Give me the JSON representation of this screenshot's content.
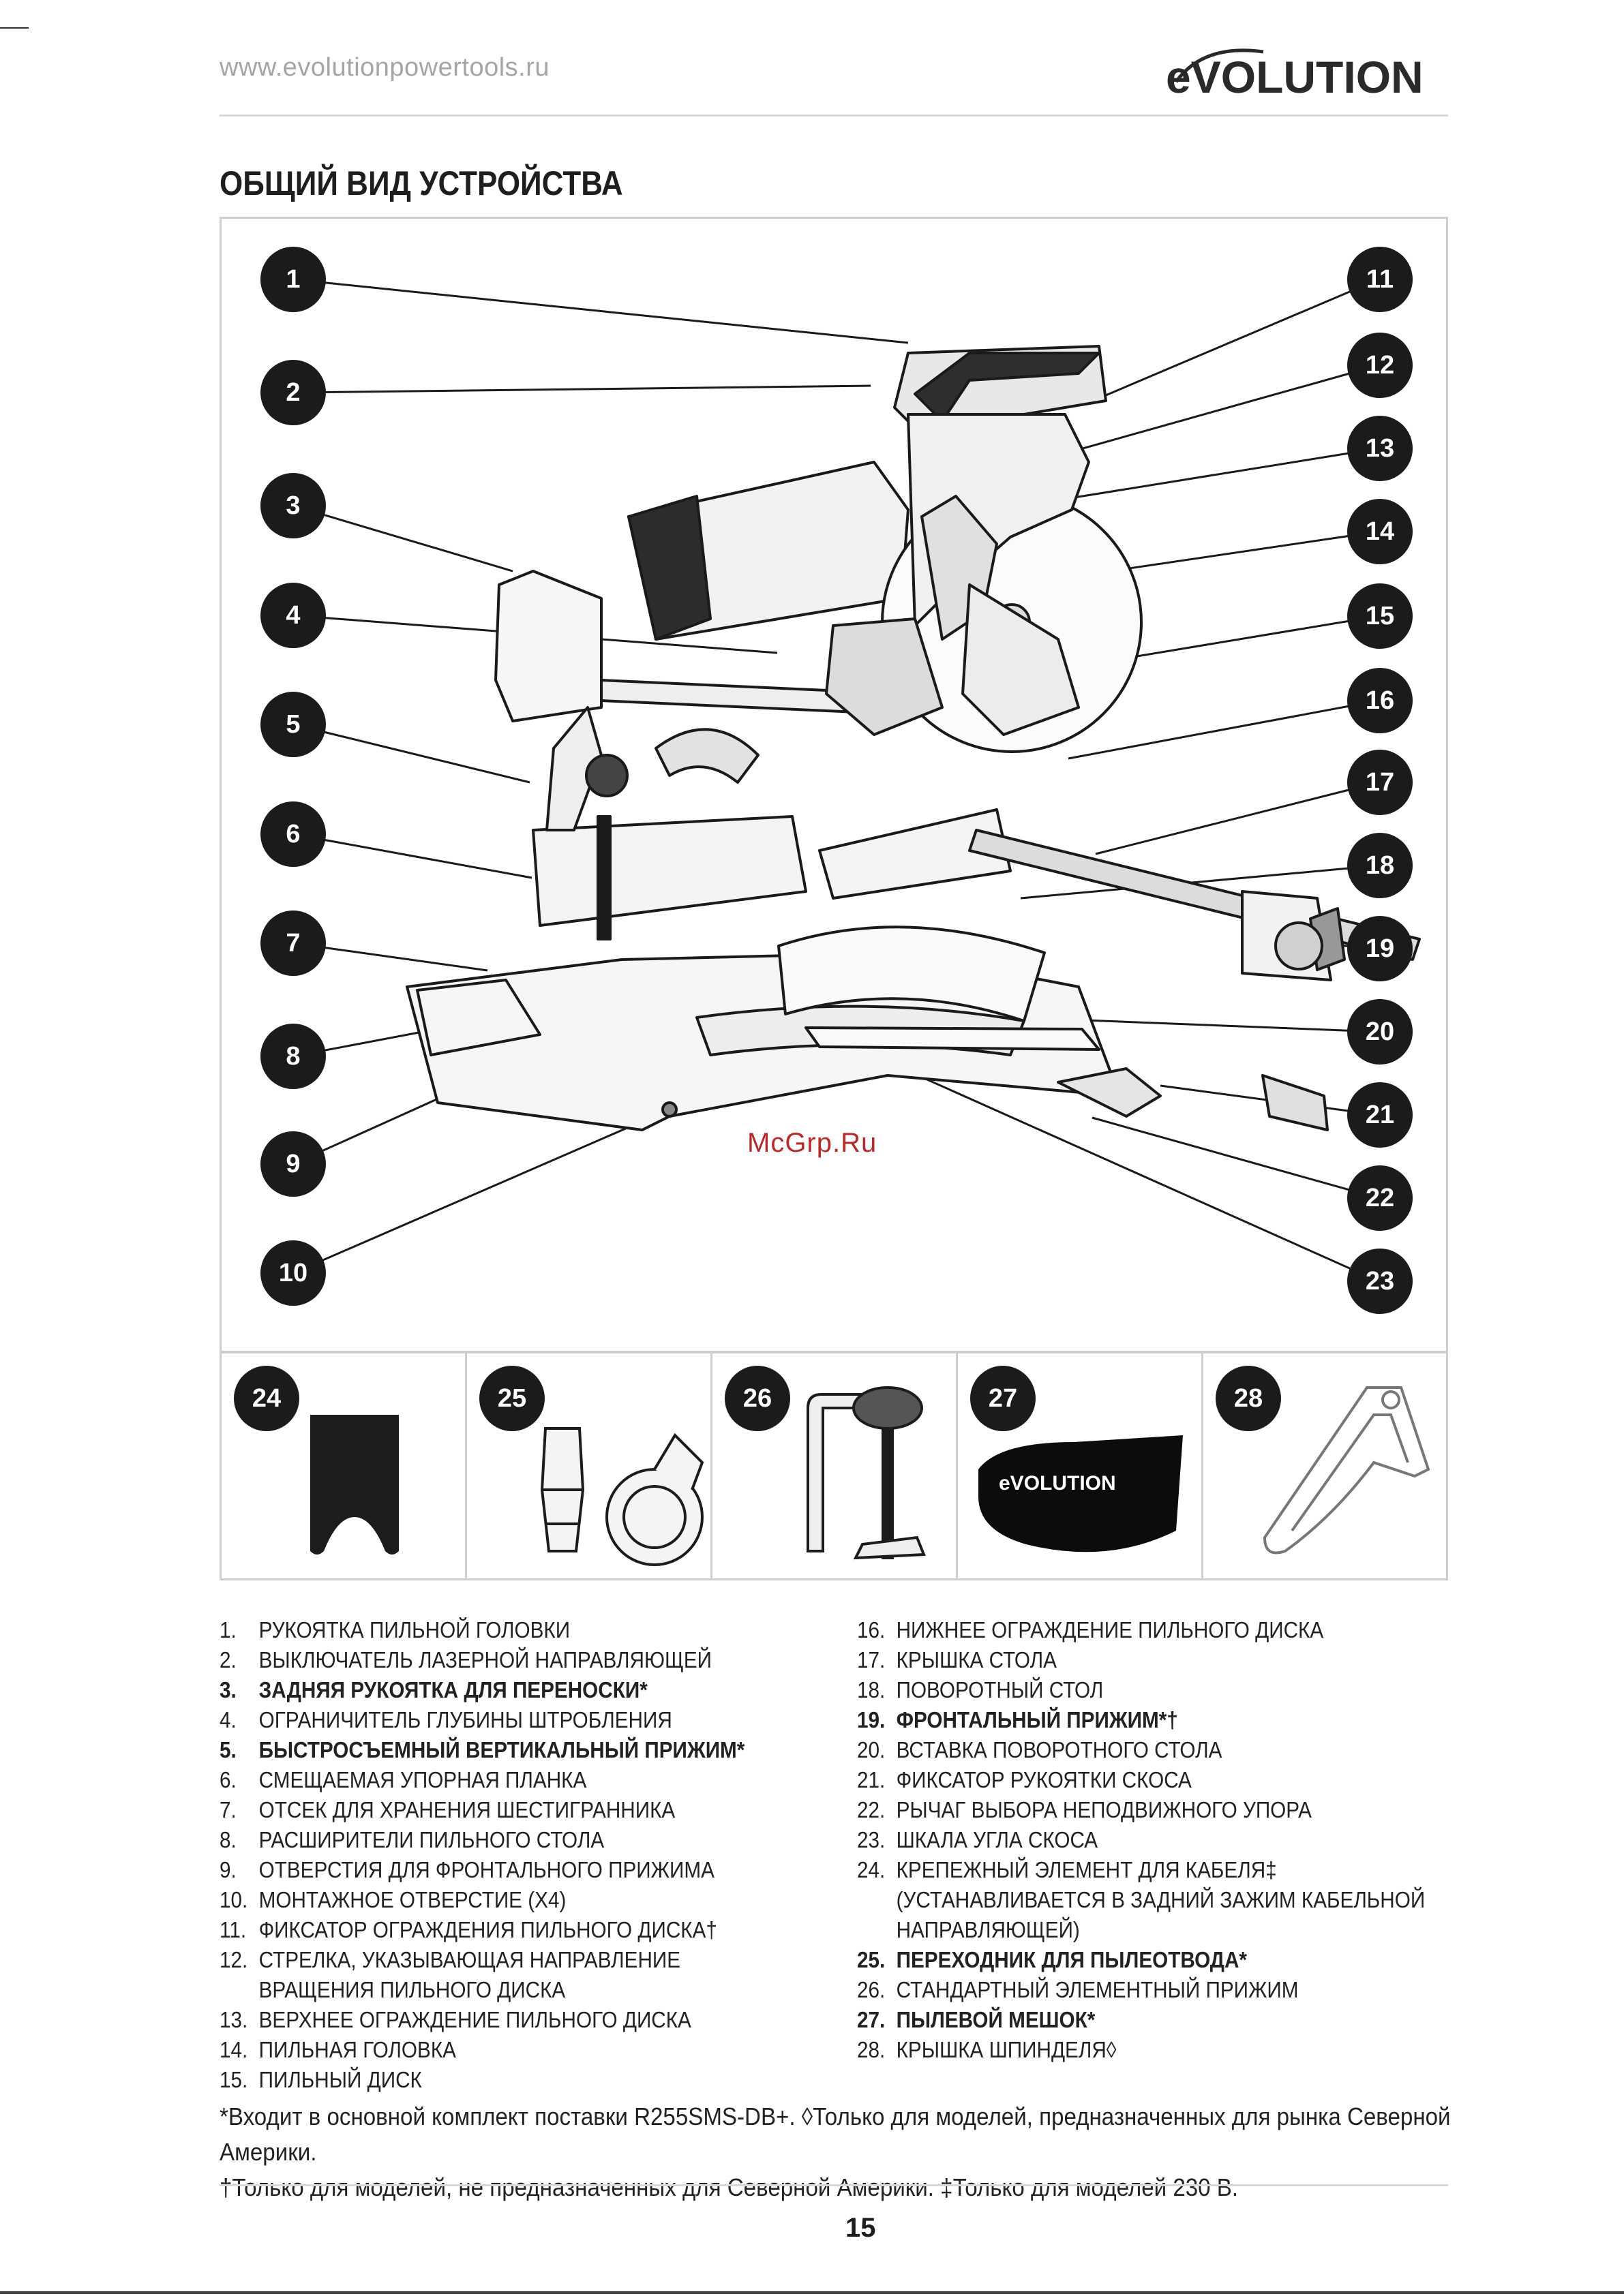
{
  "header": {
    "url": "www.evolutionpowertools.ru",
    "brand": "eVOLUTION"
  },
  "title": "ОБЩИЙ ВИД УСТРОЙСТВА",
  "watermark": "McGrp.Ru",
  "callouts": [
    "1",
    "2",
    "3",
    "4",
    "5",
    "6",
    "7",
    "8",
    "9",
    "10",
    "11",
    "12",
    "13",
    "14",
    "15",
    "16",
    "17",
    "18",
    "19",
    "20",
    "21",
    "22",
    "23"
  ],
  "accessories": [
    {
      "num": "24",
      "icon": "cable-clip-icon"
    },
    {
      "num": "25",
      "icon": "dust-adaptor-icon"
    },
    {
      "num": "26",
      "icon": "clamp-icon"
    },
    {
      "num": "27",
      "icon": "dust-bag-icon",
      "brand": "eVOLUTION"
    },
    {
      "num": "28",
      "icon": "spindle-cover-icon"
    }
  ],
  "legend_left": [
    {
      "num": "1.",
      "text": "РУКОЯТКА ПИЛЬНОЙ ГОЛОВКИ"
    },
    {
      "num": "2.",
      "text": "ВЫКЛЮЧАТЕЛЬ ЛАЗЕРНОЙ НАПРАВЛЯЮЩЕЙ"
    },
    {
      "num": "3.",
      "text": "ЗАДНЯЯ РУКОЯТКА ДЛЯ ПЕРЕНОСКИ*",
      "bold": true
    },
    {
      "num": "4.",
      "text": "ОГРАНИЧИТЕЛЬ ГЛУБИНЫ ШТРОБЛЕНИЯ"
    },
    {
      "num": "5.",
      "text": "БЫСТРОСЪЕМНЫЙ ВЕРТИКАЛЬНЫЙ ПРИЖИМ*",
      "bold": true
    },
    {
      "num": "6.",
      "text": "СМЕЩАЕМАЯ УПОРНАЯ ПЛАНКА"
    },
    {
      "num": "7.",
      "text": "ОТСЕК ДЛЯ ХРАНЕНИЯ ШЕСТИГРАННИКА"
    },
    {
      "num": "8.",
      "text": "РАСШИРИТЕЛИ ПИЛЬНОГО СТОЛА"
    },
    {
      "num": "9.",
      "text": "ОТВЕРСТИЯ ДЛЯ ФРОНТАЛЬНОГО ПРИЖИМА"
    },
    {
      "num": "10.",
      "text": "МОНТАЖНОЕ ОТВЕРСТИЕ (Х4)"
    },
    {
      "num": "11.",
      "text": "ФИКСАТОР ОГРАЖДЕНИЯ ПИЛЬНОГО ДИСКА†"
    },
    {
      "num": "12.",
      "text": "СТРЕЛКА, УКАЗЫВАЮЩАЯ НАПРАВЛЕНИЕ",
      "cont": "ВРАЩЕНИЯ ПИЛЬНОГО ДИСКА"
    },
    {
      "num": "13.",
      "text": "ВЕРХНЕЕ ОГРАЖДЕНИЕ ПИЛЬНОГО ДИСКА"
    },
    {
      "num": "14.",
      "text": "ПИЛЬНАЯ ГОЛОВКА"
    },
    {
      "num": "15.",
      "text": "ПИЛЬНЫЙ ДИСК"
    }
  ],
  "legend_right": [
    {
      "num": "16.",
      "text": "НИЖНЕЕ ОГРАЖДЕНИЕ ПИЛЬНОГО ДИСКА"
    },
    {
      "num": "17.",
      "text": "КРЫШКА СТОЛА"
    },
    {
      "num": "18.",
      "text": "ПОВОРОТНЫЙ СТОЛ"
    },
    {
      "num": "19.",
      "text": "ФРОНТАЛЬНЫЙ ПРИЖИМ*†",
      "bold": true
    },
    {
      "num": "20.",
      "text": "ВСТАВКА ПОВОРОТНОГО СТОЛА"
    },
    {
      "num": "21.",
      "text": "ФИКСАТОР РУКОЯТКИ СКОСА"
    },
    {
      "num": "22.",
      "text": "РЫЧАГ ВЫБОРА НЕПОДВИЖНОГО УПОРА"
    },
    {
      "num": "23.",
      "text": "ШКАЛА УГЛА СКОСА"
    },
    {
      "num": "24.",
      "text": "КРЕПЕЖНЫЙ ЭЛЕМЕНТ ДЛЯ КАБЕЛЯ‡",
      "cont": "(УСТАНАВЛИВАЕТСЯ В ЗАДНИЙ ЗАЖИМ КАБЕЛЬНОЙ",
      "cont2": "НАПРАВЛЯЮЩЕЙ)"
    },
    {
      "num": "25.",
      "text": "ПЕРЕХОДНИК ДЛЯ ПЫЛЕОТВОДА*",
      "bold": true
    },
    {
      "num": "26.",
      "text": "СТАНДАРТНЫЙ ЭЛЕМЕНТНЫЙ ПРИЖИМ"
    },
    {
      "num": "27.",
      "text": "ПЫЛЕВОЙ МЕШОК*",
      "bold": true
    },
    {
      "num": "28.",
      "text": "КРЫШКА ШПИНДЕЛЯ◊"
    }
  ],
  "footnote": {
    "line1": "*Входит в основной комплект поставки R255SMS-DB+. ◊Только для моделей, предназначенных для рынка Северной Америки.",
    "line2": "†Только для моделей, не предназначенных для Северной Америки. ‡Только для моделей  230 В."
  },
  "page_number": "15"
}
